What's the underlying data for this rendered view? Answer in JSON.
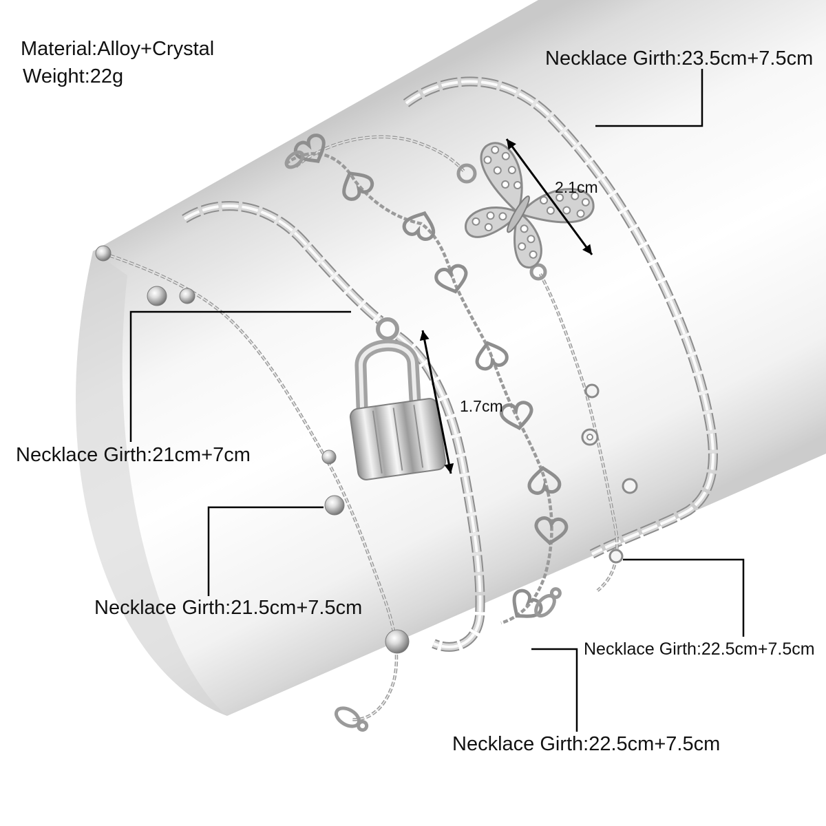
{
  "specs": {
    "material": "Material:Alloy+Crystal",
    "weight": "Weight:22g"
  },
  "girths": {
    "figaro_chain": "Necklace Girth:23.5cm+7.5cm",
    "lock_chain": "Necklace Girth:21cm+7cm",
    "bead_chain": "Necklace Girth:21.5cm+7.5cm",
    "butterfly_chain": "Necklace Girth:22.5cm+7.5cm",
    "heart_chain": "Necklace Girth:22.5cm+7.5cm"
  },
  "pendant_sizes": {
    "butterfly": "2.1cm",
    "lock": "1.7cm"
  },
  "colors": {
    "background": "#ffffff",
    "annotation": "#111111",
    "metal": "#b5b5b5"
  }
}
